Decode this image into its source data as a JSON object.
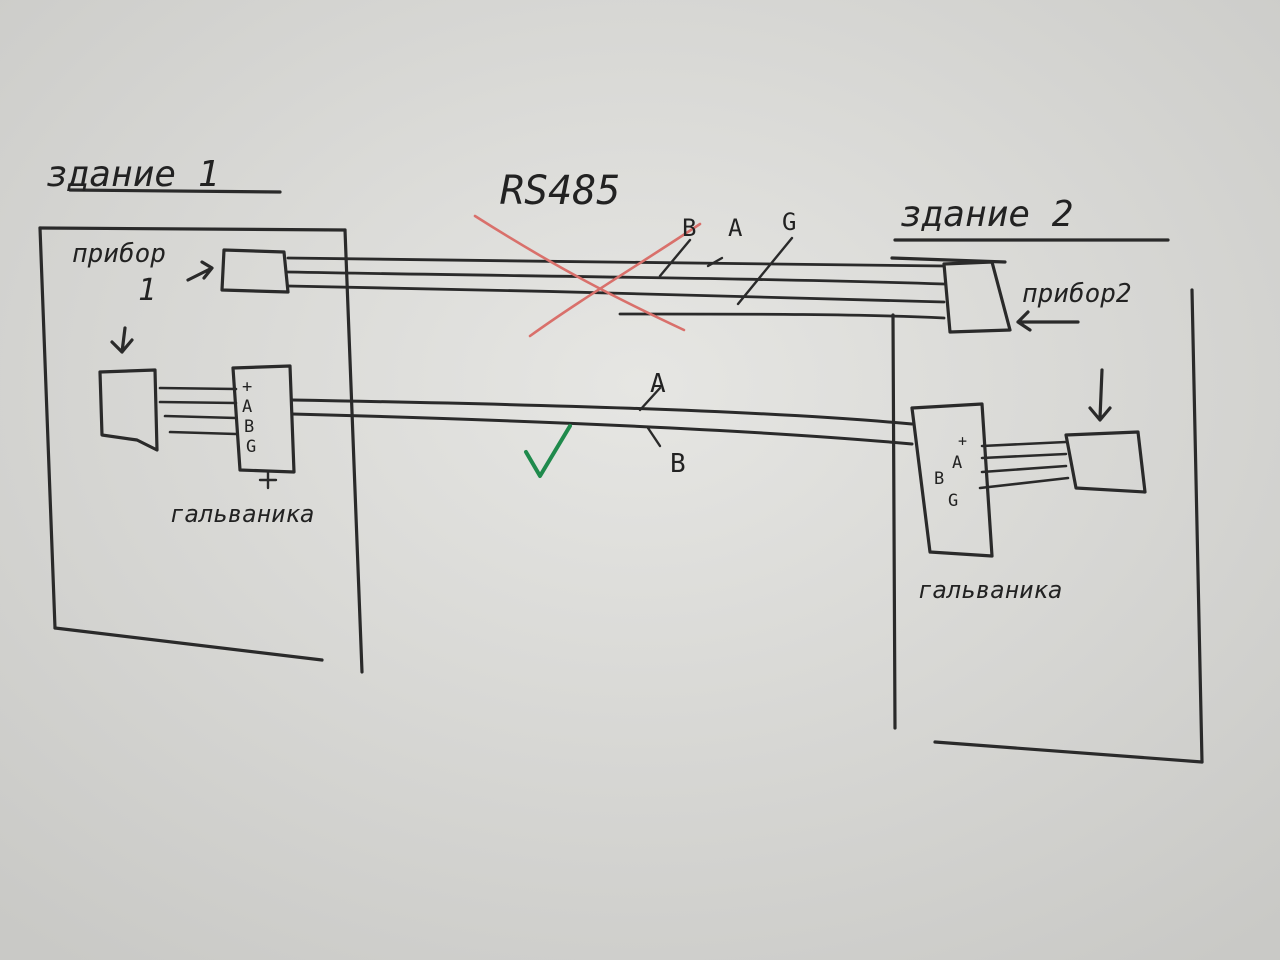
{
  "building1": {
    "title": "здание 1",
    "device_label": "прибор",
    "device_number": "1",
    "converter_label": "гальваника",
    "converter_pins": [
      "+",
      "A",
      "B",
      "G"
    ]
  },
  "building2": {
    "title": "здание 2",
    "device_label": "прибор2",
    "converter_label": "гальваника",
    "converter_pins": [
      "+",
      "A",
      "B",
      "G"
    ]
  },
  "rs485": {
    "title": "RS485",
    "wires": [
      "B",
      "A",
      "G"
    ]
  },
  "galvanic_link": {
    "wire_a": "A",
    "wire_b": "B",
    "approved_mark": "✓"
  },
  "colors": {
    "ink": "#2a2a2a",
    "reject": "#d9706b",
    "approve": "#1f8a4c",
    "board": "#d9d9d6"
  }
}
